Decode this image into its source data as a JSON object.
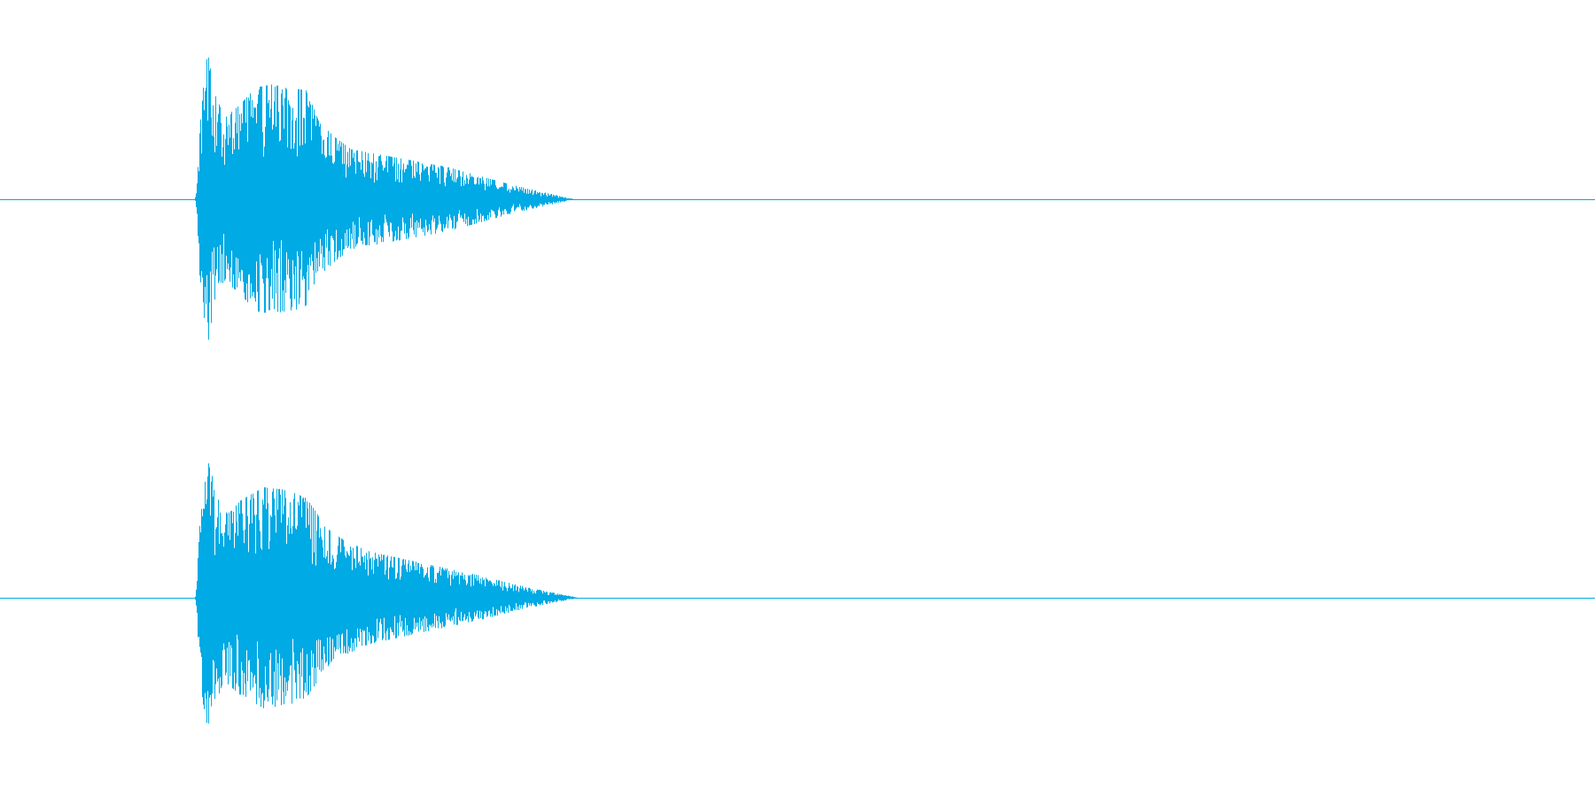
{
  "waveform": {
    "color": "#00aae4",
    "background": "#ffffff",
    "channels": [
      {
        "name": "",
        "envelope": [
          [
            0.0,
            0.0
          ],
          [
            0.122,
            0.0
          ],
          [
            0.1228,
            0.06
          ],
          [
            0.125,
            0.52
          ],
          [
            0.127,
            0.74
          ],
          [
            0.13,
            1.0
          ],
          [
            0.133,
            0.8
          ],
          [
            0.14,
            0.55
          ],
          [
            0.15,
            0.64
          ],
          [
            0.16,
            0.76
          ],
          [
            0.17,
            0.78
          ],
          [
            0.18,
            0.76
          ],
          [
            0.192,
            0.74
          ],
          [
            0.2,
            0.52
          ],
          [
            0.21,
            0.42
          ],
          [
            0.22,
            0.34
          ],
          [
            0.24,
            0.3
          ],
          [
            0.26,
            0.26
          ],
          [
            0.28,
            0.22
          ],
          [
            0.3,
            0.16
          ],
          [
            0.32,
            0.1
          ],
          [
            0.34,
            0.05
          ],
          [
            0.355,
            0.012
          ],
          [
            0.36,
            0.0
          ],
          [
            1.0,
            0.0
          ]
        ]
      },
      {
        "name": "",
        "envelope": [
          [
            0.0,
            0.0
          ],
          [
            0.122,
            0.0
          ],
          [
            0.1228,
            0.06
          ],
          [
            0.125,
            0.52
          ],
          [
            0.127,
            0.76
          ],
          [
            0.131,
            1.0
          ],
          [
            0.134,
            0.8
          ],
          [
            0.14,
            0.6
          ],
          [
            0.15,
            0.7
          ],
          [
            0.165,
            0.8
          ],
          [
            0.18,
            0.78
          ],
          [
            0.192,
            0.72
          ],
          [
            0.205,
            0.5
          ],
          [
            0.215,
            0.42
          ],
          [
            0.23,
            0.34
          ],
          [
            0.245,
            0.3
          ],
          [
            0.265,
            0.25
          ],
          [
            0.285,
            0.2
          ],
          [
            0.305,
            0.15
          ],
          [
            0.325,
            0.09
          ],
          [
            0.345,
            0.04
          ],
          [
            0.358,
            0.012
          ],
          [
            0.362,
            0.0
          ],
          [
            1.0,
            0.0
          ]
        ]
      }
    ]
  }
}
